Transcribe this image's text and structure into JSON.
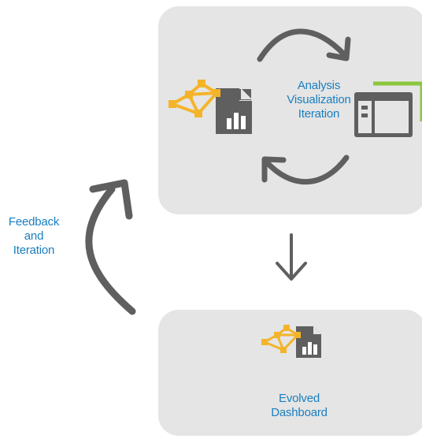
{
  "cycle": {
    "label": "Analysis\nVisualization\nIteration"
  },
  "feedback": {
    "label": "Feedback\nand\nIteration"
  },
  "result": {
    "label": "Evolved\nDashboard"
  },
  "icons": {
    "data_source": "data-network-document-icon",
    "dashboard": "dashboard-window-icon",
    "evolved": "evolved-dashboard-icon"
  },
  "colors": {
    "panel": "#e5e5e5",
    "arrow": "#5f5f5f",
    "label": "#1a7fbf",
    "node": "#f4b42a",
    "accent_green": "#8cc63f",
    "icon_dark": "#5f5f5f"
  }
}
